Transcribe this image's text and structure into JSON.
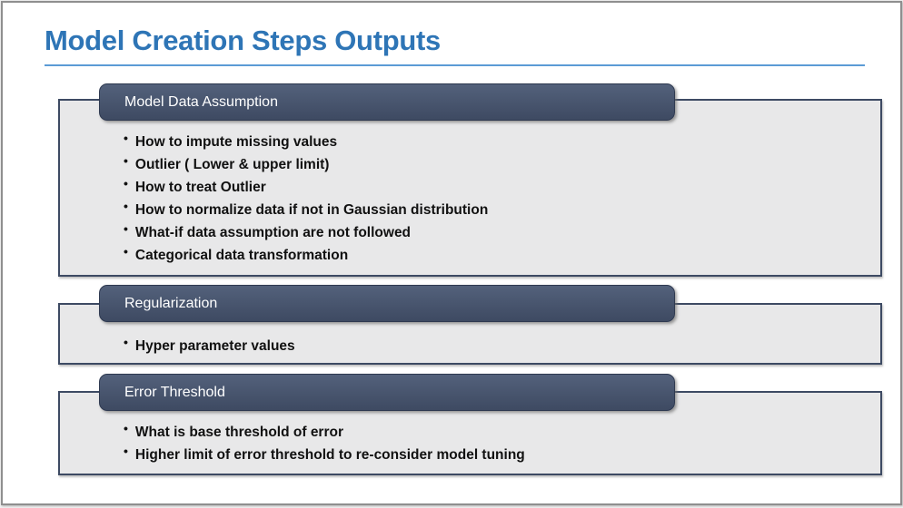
{
  "slide": {
    "title": "Model Creation Steps Outputs",
    "sections": [
      {
        "header": "Model Data Assumption",
        "bullets": [
          "How to impute missing values",
          "Outlier ( Lower & upper limit)",
          "How to treat Outlier",
          "How to normalize data if not in Gaussian distribution",
          "What-if data assumption are not followed",
          "Categorical data transformation"
        ]
      },
      {
        "header": "Regularization",
        "bullets": [
          "Hyper parameter values"
        ]
      },
      {
        "header": "Error Threshold",
        "bullets": [
          "What is base threshold of error",
          "Higher limit of error threshold to re-consider model tuning"
        ]
      }
    ],
    "colors": {
      "title_text": "#2e75b6",
      "title_underline": "#5b9bd5",
      "header_background": "#45526b",
      "header_text": "#ffffff",
      "body_background": "#e8e8e9",
      "body_border": "#3d4a63",
      "bullet_text": "#111111",
      "slide_frame": "#8f8f8f"
    }
  }
}
